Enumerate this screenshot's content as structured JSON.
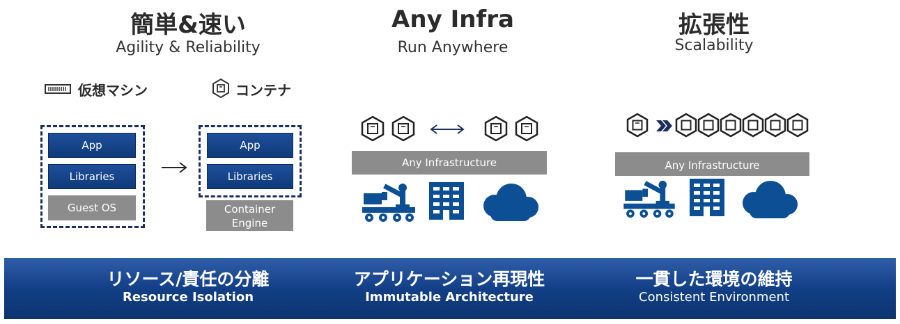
{
  "columns": [
    {
      "title": "簡単&速い",
      "subtitle": "Agility & Reliability"
    },
    {
      "title": "Any Infra",
      "subtitle": "Run Anywhere"
    },
    {
      "title": "拡張性",
      "subtitle": "Scalability"
    }
  ],
  "vm": {
    "label": "仮想マシン",
    "app": "App",
    "libraries": "Libraries",
    "guest_os": "Guest OS"
  },
  "container": {
    "label": "コンテナ",
    "app": "App",
    "libraries": "Libraries",
    "engine_line1": "Container",
    "engine_line2": "Engine"
  },
  "infra": {
    "middle_label": "Any Infrastructure",
    "right_label": "Any Infrastructure"
  },
  "banner": [
    {
      "jp": "リソース/責任の分離",
      "en": "Resource Isolation"
    },
    {
      "jp": "アプリケーション再現性",
      "en": "Immutable Architecture"
    },
    {
      "jp": "一貫した環境の維持",
      "en": "Consistent Environment"
    }
  ],
  "colors": {
    "dark_blue": "#0f3a7a",
    "icon_blue": "#0d4f95",
    "grey": "#8c8c8c",
    "navy_dash": "#1b2f5e"
  },
  "icons": [
    "server-icon",
    "container-icon",
    "double-arrow-icon",
    "robot-arm-icon",
    "building-icon",
    "cloud-icon",
    "cluster-icon"
  ]
}
